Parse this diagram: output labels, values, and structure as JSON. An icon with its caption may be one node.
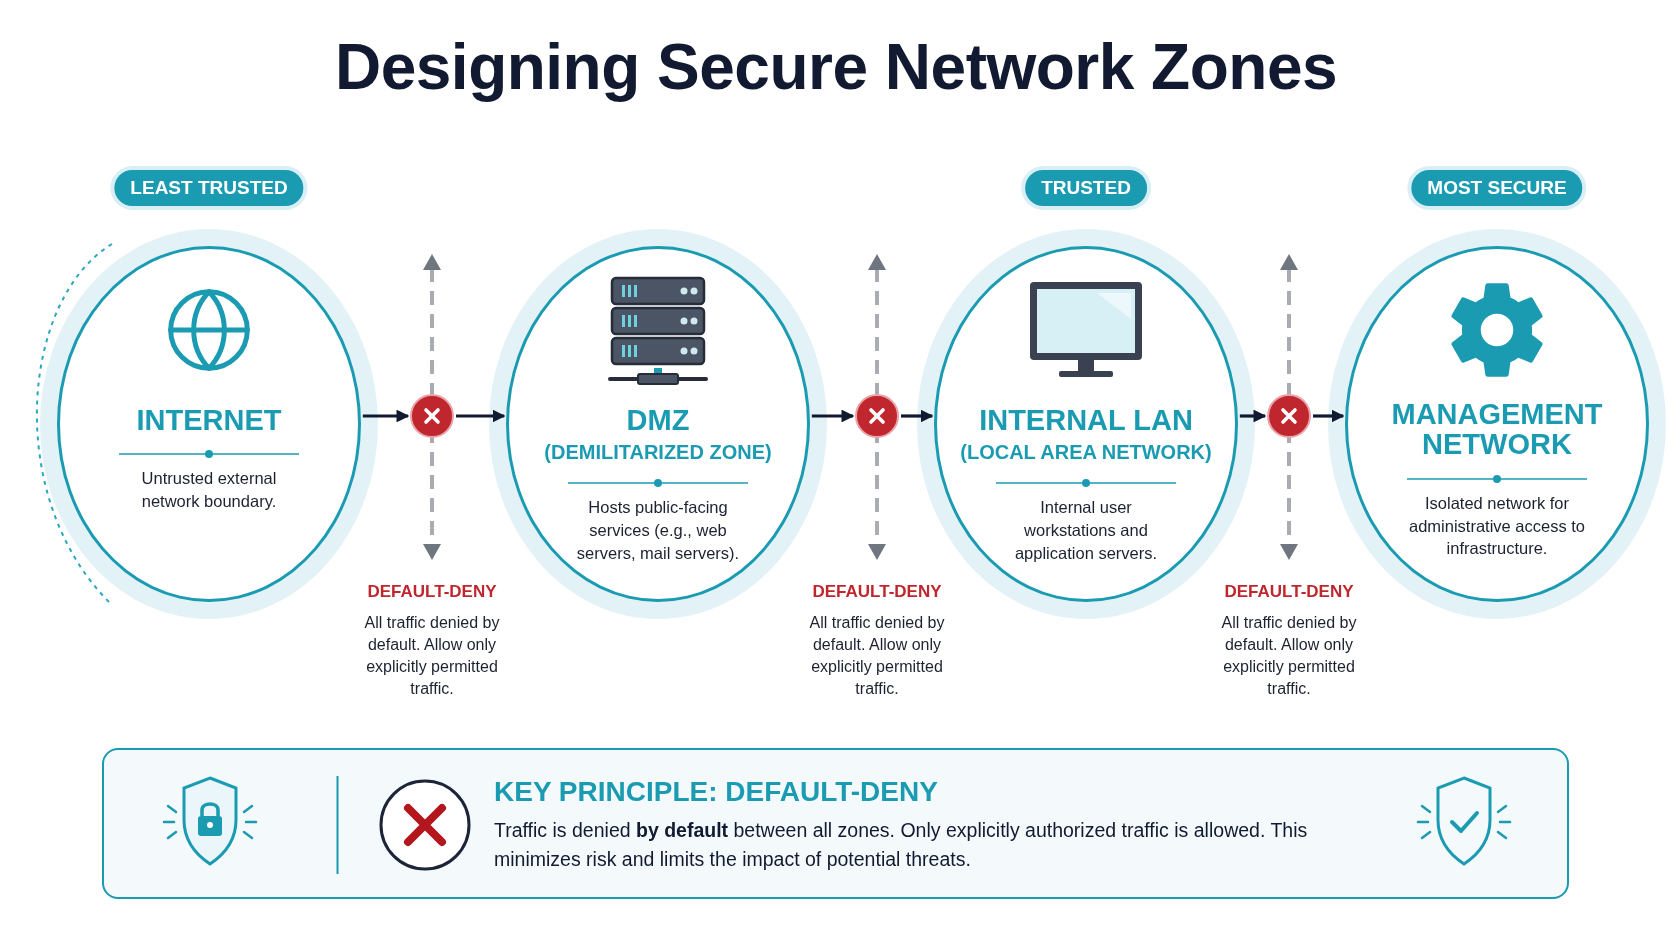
{
  "diagram": {
    "title": "Designing Secure Network Zones",
    "nodes": [
      {
        "text": [
          "INTERNET",
          "Untrusted external network boundary."
        ],
        "beside": [
          "LEAST TRUSTED"
        ]
      },
      {
        "text": [],
        "shape": "circle"
      },
      {
        "text": [
          "DMZ",
          "(DEMILITARIZED ZONE)",
          "Hosts public-facing services (e.g., web servers, mail servers)."
        ]
      },
      {
        "text": [],
        "shape": "circle"
      },
      {
        "text": [
          "INTERNAL LAN",
          "(LOCAL AREA NETWORK)",
          "Internal user workstations and application servers."
        ],
        "beside": [
          "TRUSTED"
        ]
      },
      {
        "text": [],
        "shape": "circle"
      },
      {
        "text": [
          "MANAGEMENT NETWORK",
          "Isolated network for administrative access to infrastructure."
        ],
        "beside": [
          "MOST SECURE"
        ]
      },
      {
        "text": [
          "KEY PRINCIPLE: DEFAULT-DENY",
          "Traffic is denied **by default** between all zones. Only explicitly authorized traffic is allowed. This minimizes risk and limits the impact of potential threats."
        ]
      }
    ],
    "edges": [
      {
        "from": 0,
        "to": 1,
        "arrow": "to"
      },
      {
        "from": 1,
        "to": 2,
        "arrow": "to"
      },
      {
        "from": 2,
        "to": 3,
        "arrow": "to"
      },
      {
        "from": 3,
        "to": 4,
        "arrow": "to"
      },
      {
        "from": 4,
        "to": 5,
        "arrow": "to"
      },
      {
        "from": 5,
        "to": 6,
        "arrow": "to"
      }
    ],
    "labels": [
      "DEFAULT-DENY",
      "All traffic denied by default. Allow only explicitly permitted traffic.",
      "DEFAULT-DENY",
      "All traffic denied by default. Allow only explicitly permitted traffic.",
      "DEFAULT-DENY",
      "All traffic denied by default. Allow only explicitly permitted traffic."
    ]
  }
}
